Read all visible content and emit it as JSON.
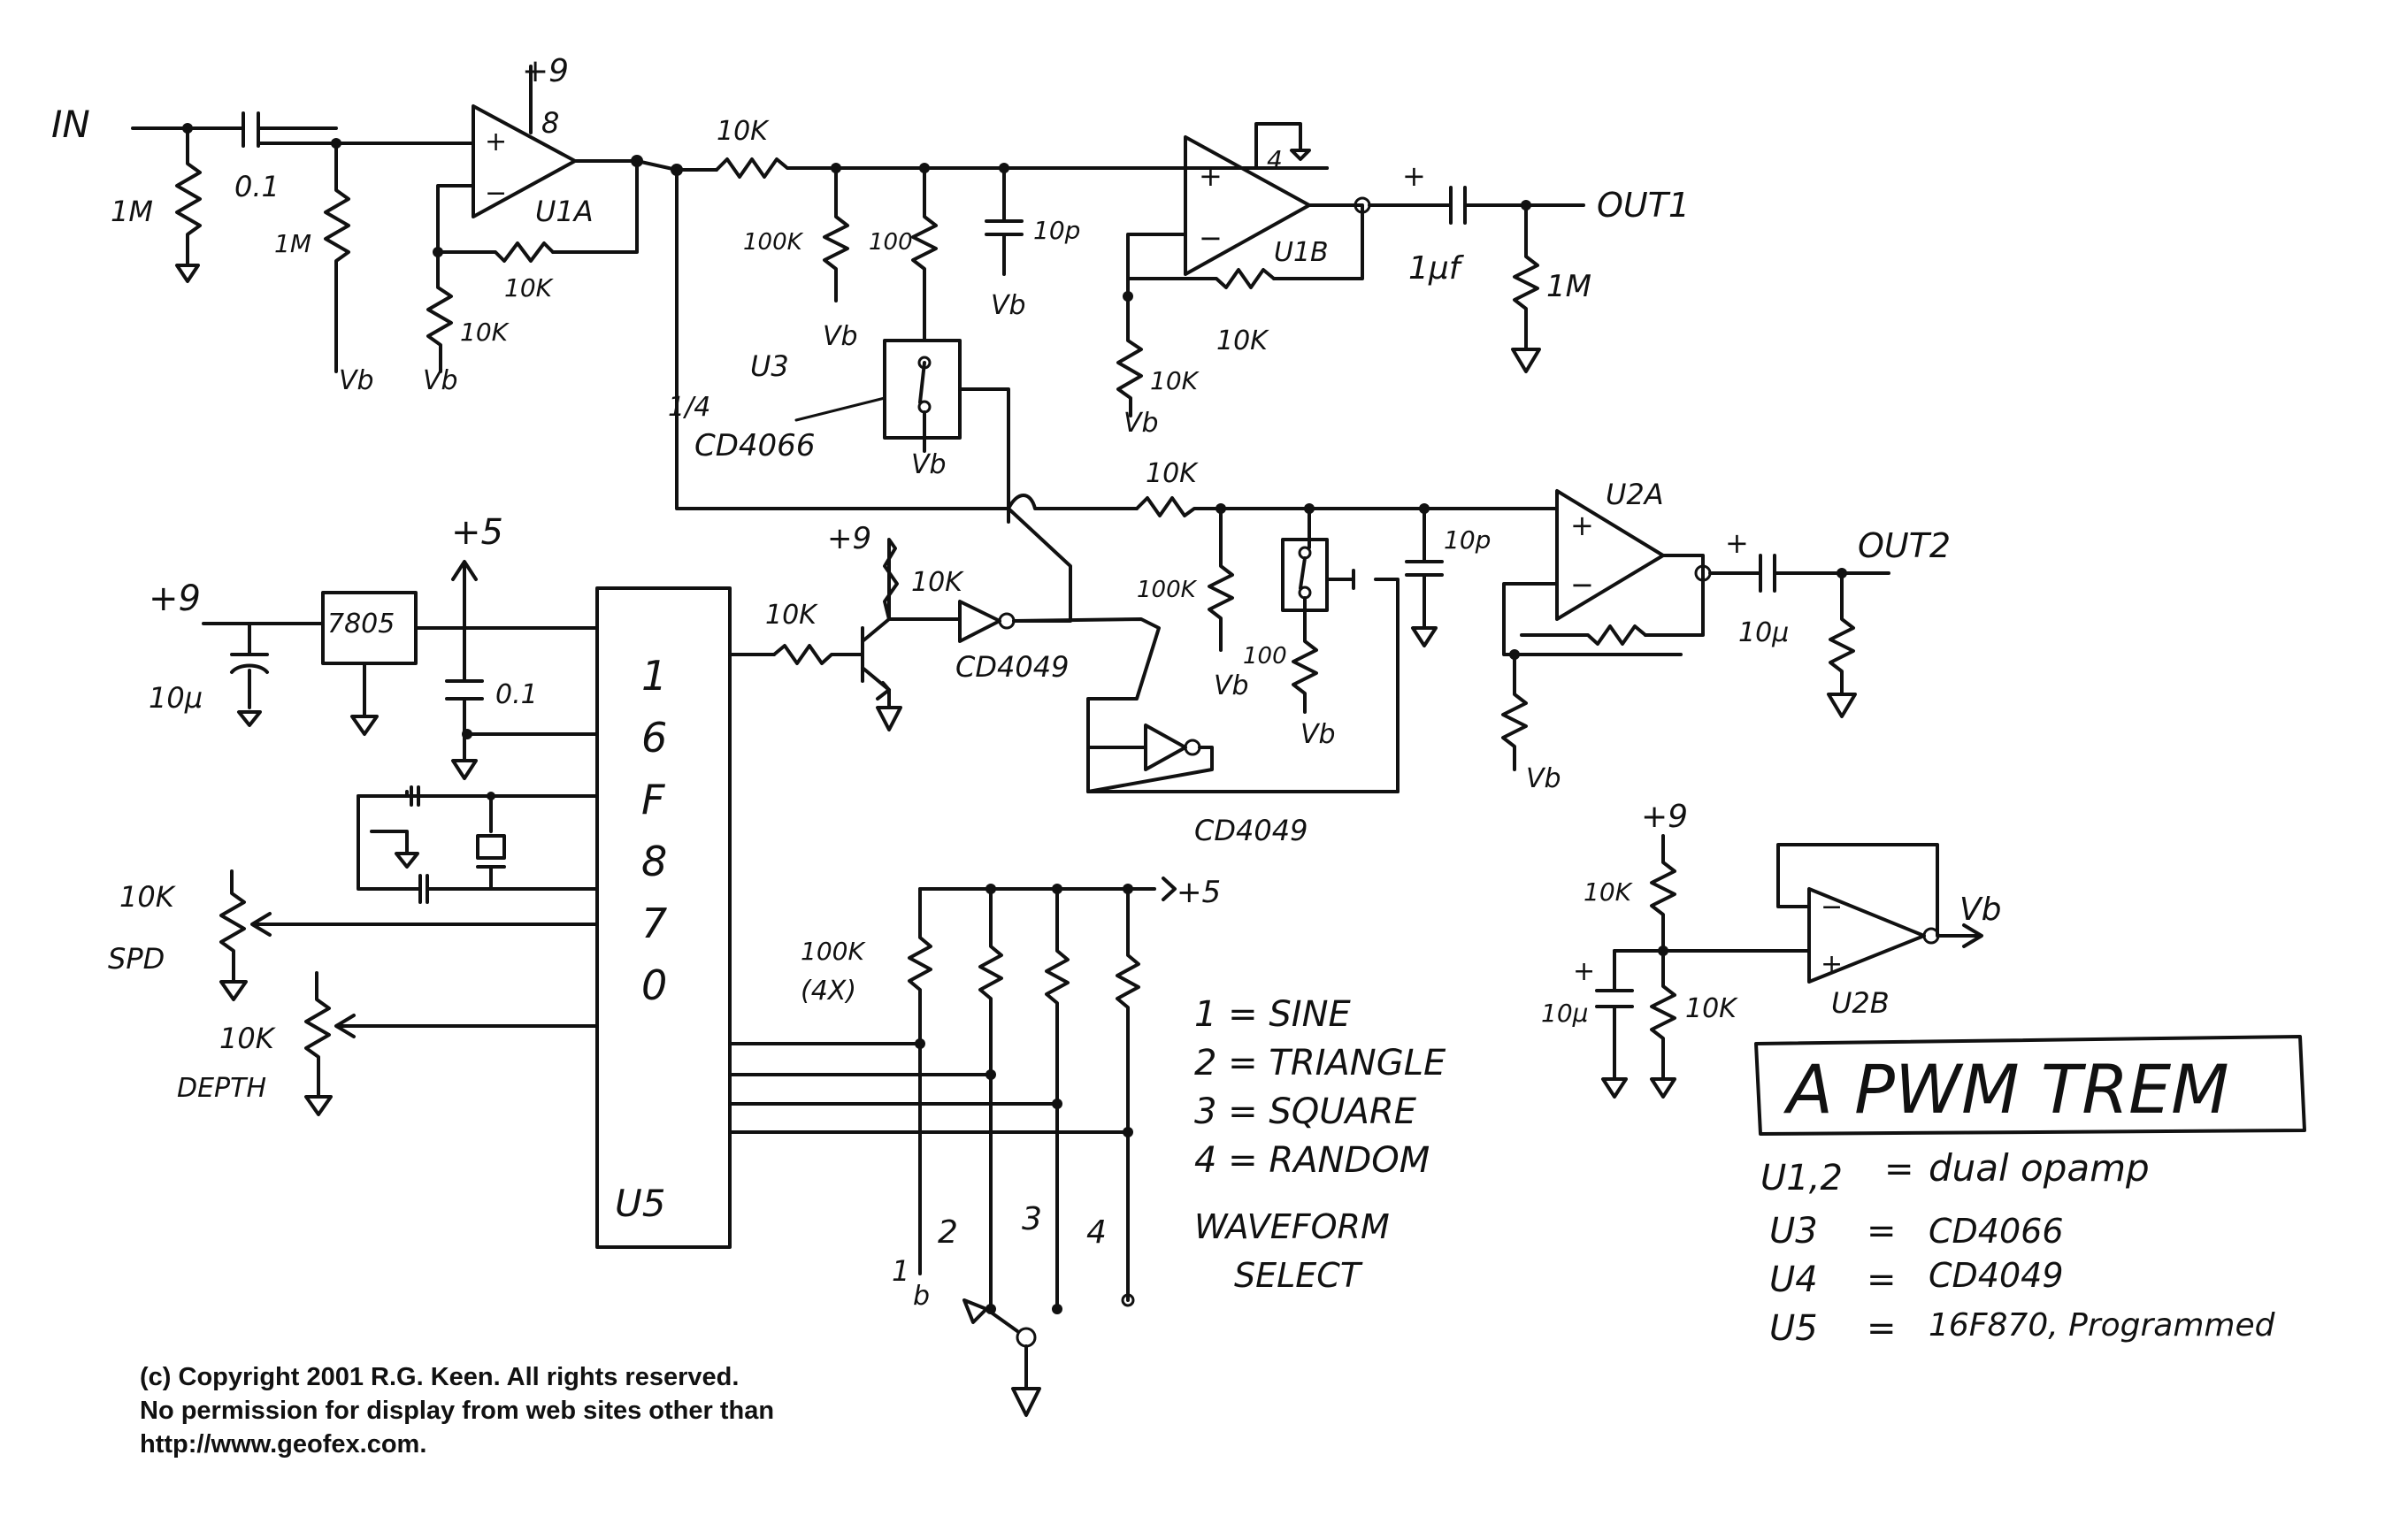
{
  "title_box": "A PWM TREM",
  "parts_list": [
    {
      "ref": "U1,2",
      "eq": "=",
      "part": "dual opamp"
    },
    {
      "ref": "U3",
      "eq": "=",
      "part": "CD4066"
    },
    {
      "ref": "U4",
      "eq": "=",
      "part": "CD4049"
    },
    {
      "ref": "U5",
      "eq": "=",
      "part": "16F870, Programmed"
    }
  ],
  "waveform_legend": [
    "1 = SINE",
    "2 = TRIANGLE",
    "3 = SQUARE",
    "4 = RANDOM"
  ],
  "waveform_caption": [
    "WAVEFORM",
    "SELECT"
  ],
  "copyright": [
    "(c) Copyright 2001 R.G. Keen. All rights reserved.",
    "No permission for display from web sites other than",
    "http://www.geofex.com."
  ],
  "labels": {
    "in": "IN",
    "out1": "OUT1",
    "out2": "OUT2",
    "plus9_u1": "+9",
    "pin8": "8",
    "u1a": "U1A",
    "u1b": "U1B",
    "pin4": "4",
    "u2a": "U2A",
    "u2b": "U2B",
    "vb_out": "Vb",
    "r_1m_in": "1M",
    "c_01_in": "0.1",
    "r_1m_bias": "1M",
    "r_10k_fb1": "10K",
    "r_10k_gnd1": "10K",
    "r_10k_series1": "10K",
    "r_100k_1": "100K",
    "r_100_1": "100",
    "c_10p_1": "10p",
    "c_out1": "1μf",
    "r_1m_out1": "1M",
    "r_10k_fb2": "10K",
    "r_10k_gnd2": "10K",
    "u3": "U3",
    "u3_frac": "1/4",
    "u3_part": "CD4066",
    "r_10k_series2": "10K",
    "r_100k_2": "100K",
    "r_100_2": "100",
    "c_10p_2": "10p",
    "c_out2": "10μ",
    "plus9_reg": "+9",
    "reg": "7805",
    "plus5": "+5",
    "c_10u_reg": "10μ",
    "c_01_reg": "0.1",
    "plus9_q": "+9",
    "r_10k_q": "10K",
    "r_10k_base": "10K",
    "cd4049_a": "CD4049",
    "cd4049_b": "CD4049",
    "u5_part": [
      "1",
      "6",
      "F",
      "8",
      "7",
      "0"
    ],
    "u5": "U5",
    "pot_spd": "10K",
    "spd": "SPD",
    "pot_depth": "10K",
    "depth": "DEPTH",
    "r_pullups": "100K",
    "r_pullups_n": "(4X)",
    "plus5_sel": "+5",
    "sw_1": "1",
    "sw_2": "2",
    "sw_3": "3",
    "sw_4": "4",
    "plus9_bias": "+9",
    "r_10k_bias_top": "10K",
    "r_10k_bias_bot": "10K",
    "c_10u_bias": "10μ",
    "vb": "Vb"
  },
  "colors": {
    "ink": "#111111",
    "paper": "#ffffff"
  }
}
